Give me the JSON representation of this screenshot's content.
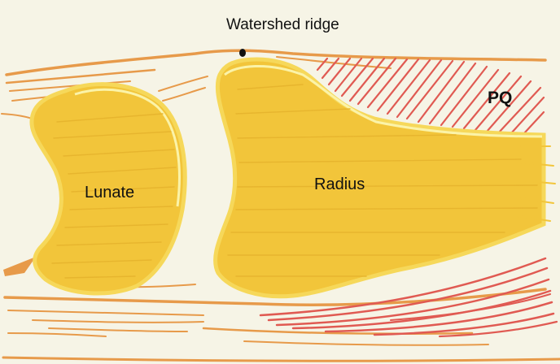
{
  "labels": {
    "ridge": "Watershed ridge",
    "lunate": "Lunate",
    "radius": "Radius",
    "pq": "PQ"
  },
  "colors": {
    "background": "#f6f4e6",
    "bone_fill": "#f2c53a",
    "bone_outline": "#f6d85a",
    "bone_highlight": "#fbf3a8",
    "capsule_line": "#e79a4a",
    "muscle_red": "#e05a52",
    "marker": "#111111"
  }
}
